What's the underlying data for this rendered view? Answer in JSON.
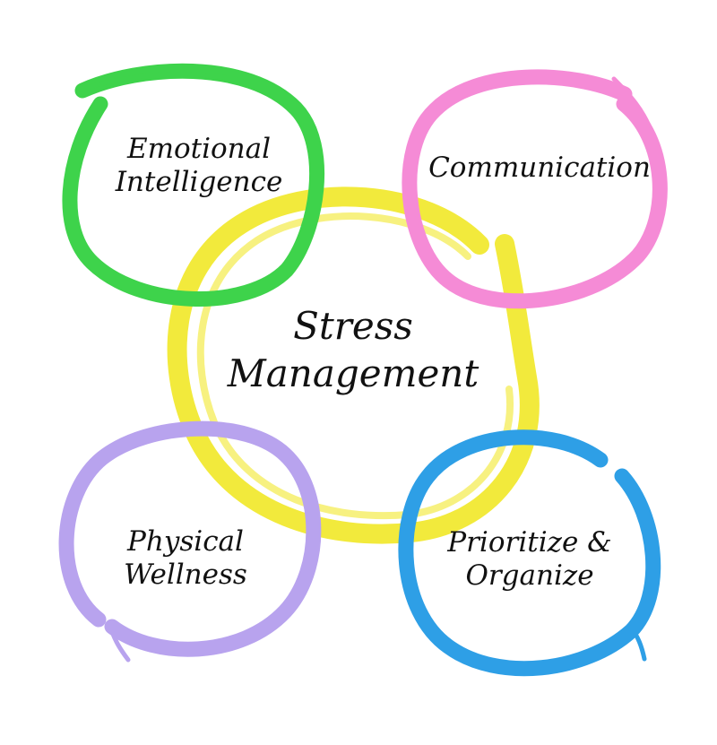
{
  "center": {
    "line1": "Stress",
    "line2": "Management",
    "color": "#F2EA3C"
  },
  "nodes": [
    {
      "line1": "Emotional",
      "line2": "Intelligence",
      "color": "#3ED34B"
    },
    {
      "line1": "Communication",
      "color": "#F58BD6"
    },
    {
      "line1": "Physical",
      "line2": "Wellness",
      "color": "#B8A3EE"
    },
    {
      "line1": "Prioritize &",
      "line2": "Organize",
      "color": "#2E9FE6"
    }
  ]
}
